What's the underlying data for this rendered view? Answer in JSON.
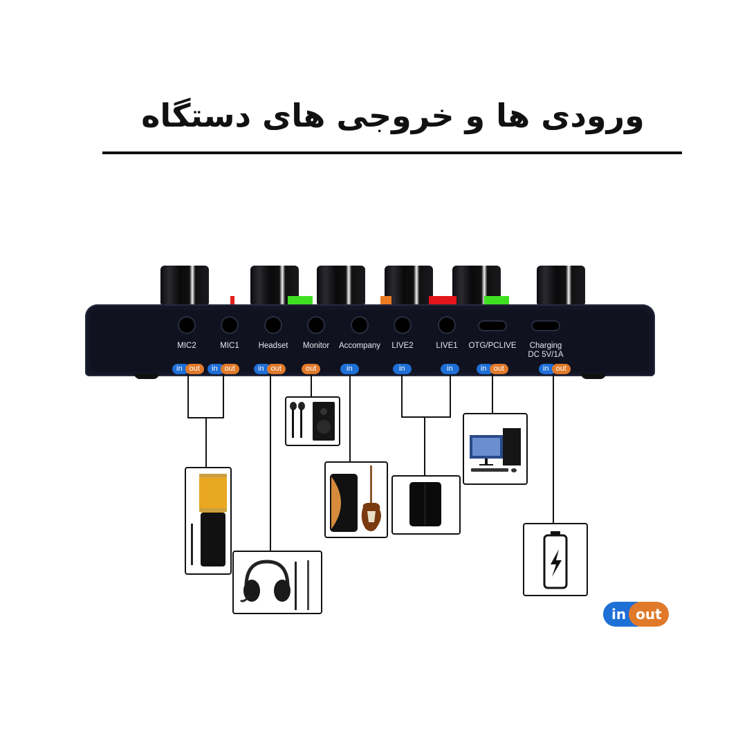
{
  "title": "ورودی ها و خروجی های دستگاه",
  "colors": {
    "in": "#1e6fd6",
    "out": "#e07a2a",
    "device": "#141625",
    "line": "#111111"
  },
  "ports": [
    {
      "label": "MIC2",
      "type": "jack",
      "badge": [
        "in",
        "out"
      ]
    },
    {
      "label": "MIC1",
      "type": "jack",
      "badge": [
        "in",
        "out"
      ]
    },
    {
      "label": "Headset",
      "type": "jack",
      "badge": [
        "in",
        "out"
      ]
    },
    {
      "label": "Monitor",
      "type": "jack",
      "badge": [
        "out"
      ]
    },
    {
      "label": "Accompany",
      "type": "jack",
      "badge": [
        "in"
      ]
    },
    {
      "label": "LIVE2",
      "type": "jack",
      "badge": [
        "in"
      ]
    },
    {
      "label": "LIVE1",
      "type": "jack",
      "badge": [
        "in"
      ]
    },
    {
      "label": "OTG/PCLIVE",
      "type": "usb-c",
      "badge": [
        "in",
        "out"
      ]
    },
    {
      "label": "Charging\nDC 5V/1A",
      "label_line1": "Charging",
      "label_line2": "DC 5V/1A",
      "type": "usb-c",
      "badge": [
        "in",
        "out"
      ]
    }
  ],
  "badge_text": {
    "in": "in",
    "out": "out"
  },
  "devices": [
    {
      "name": "condenser-microphone",
      "connects": [
        "MIC2",
        "MIC1"
      ]
    },
    {
      "name": "gaming-headset",
      "connects": [
        "Headset"
      ]
    },
    {
      "name": "earphones-and-speaker",
      "connects": [
        "Monitor"
      ]
    },
    {
      "name": "smartphone-and-guitar",
      "connects": [
        "Accompany"
      ]
    },
    {
      "name": "smartphone",
      "connects": [
        "LIVE2",
        "LIVE1"
      ]
    },
    {
      "name": "desktop-computer",
      "connects": [
        "OTG/PCLIVE"
      ]
    },
    {
      "name": "battery-charging",
      "connects": [
        "Charging DC 5V/1A"
      ]
    }
  ],
  "legend": {
    "in": "in",
    "out": "out"
  }
}
